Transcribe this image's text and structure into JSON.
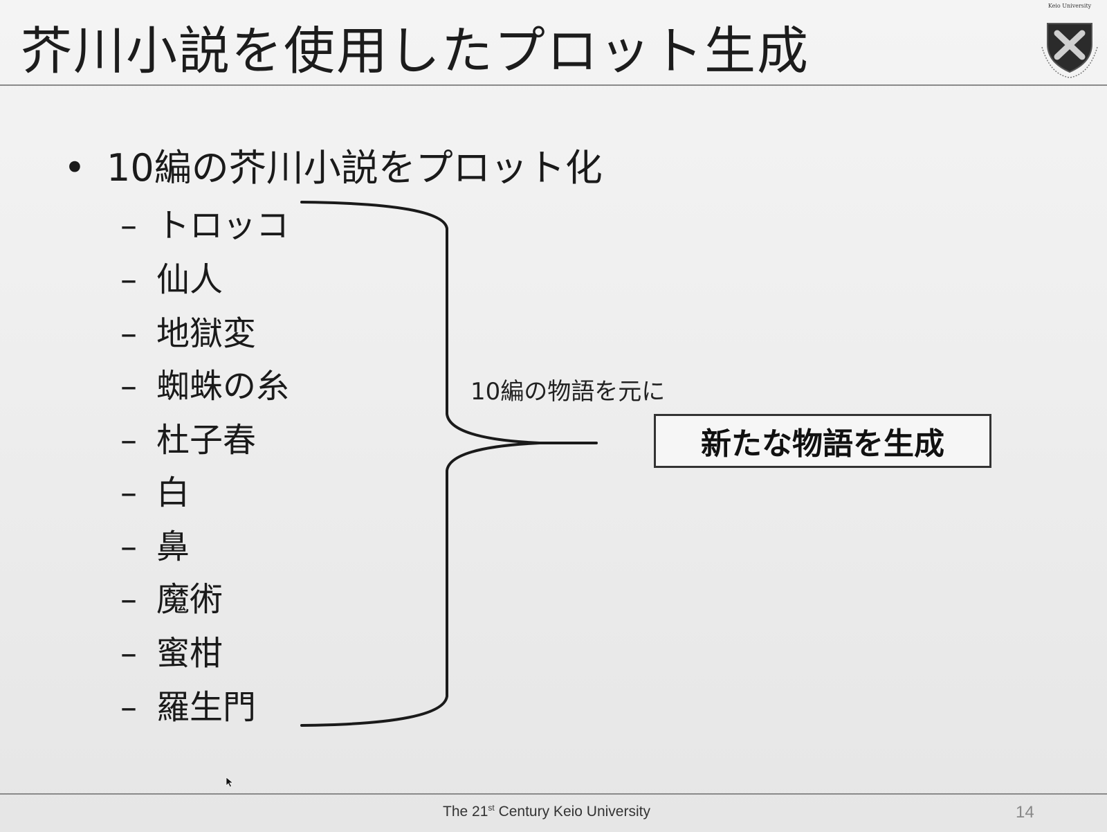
{
  "slide": {
    "title": "芥川小説を使用したプロット生成",
    "logo_caption": "Keio University",
    "bullet": {
      "marker": "•",
      "text": "10編の芥川小説をプロット化"
    },
    "stories": [
      {
        "dash": "–",
        "label": "トロッコ"
      },
      {
        "dash": "–",
        "label": "仙人"
      },
      {
        "dash": "–",
        "label": "地獄変"
      },
      {
        "dash": "–",
        "label": "蜘蛛の糸"
      },
      {
        "dash": "–",
        "label": "杜子春"
      },
      {
        "dash": "–",
        "label": "白"
      },
      {
        "dash": "–",
        "label": "鼻"
      },
      {
        "dash": "–",
        "label": "魔術"
      },
      {
        "dash": "–",
        "label": "蜜柑"
      },
      {
        "dash": "–",
        "label": "羅生門"
      }
    ],
    "brace_note": "10編の物語を元に",
    "result_box": "新たな物語を生成",
    "footer": {
      "prefix": "The 21",
      "superscript": "st",
      "suffix": " Century Keio University"
    },
    "page_number": "14"
  },
  "colors": {
    "background": "#eeeeee",
    "text": "#1a1a1a",
    "rule": "#8a8a8a",
    "logo_shield": "#2b2b2b"
  }
}
